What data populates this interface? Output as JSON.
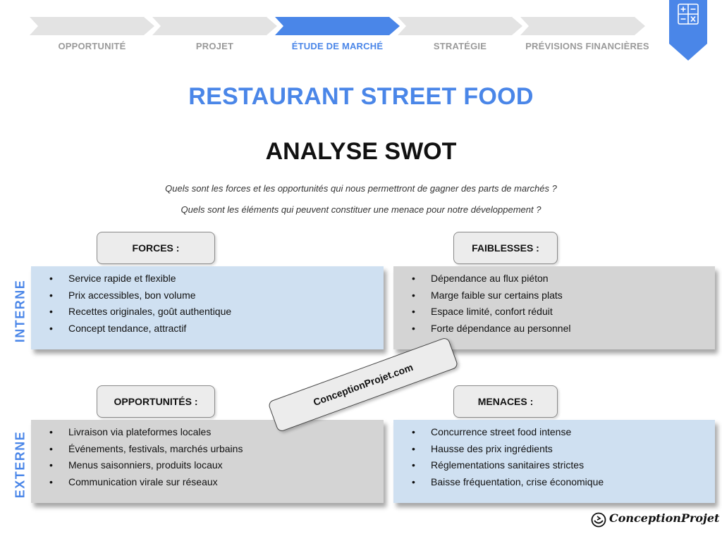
{
  "steps": [
    {
      "label": "OPPORTUNITÉ",
      "active": false
    },
    {
      "label": "PROJET",
      "active": false
    },
    {
      "label": "ÉTUDE DE MARCHÉ",
      "active": true
    },
    {
      "label": "STRATÉGIE",
      "active": false
    },
    {
      "label": "PRÉVISIONS FINANCIÈRES",
      "active": false
    }
  ],
  "colors": {
    "accent": "#4a86e8",
    "inactive_step": "#e3e3e3",
    "inactive_step_text": "#9a9a9a",
    "panel_blue": "#cfe0f1",
    "panel_grey": "#d4d4d4"
  },
  "bookmark_icon": "formula-icon",
  "title": "RESTAURANT STREET FOOD",
  "subtitle": "ANALYSE SWOT",
  "questions": [
    "Quels sont les forces et les opportunités qui nous permettront de gagner des parts de marchés ?",
    "Quels sont les éléments qui peuvent constituer une menace pour notre développement ?"
  ],
  "axis_labels": {
    "top": "INTERNE",
    "bottom": "EXTERNE"
  },
  "swot": {
    "forces": {
      "label": "FORCES :",
      "items": [
        "Service rapide et flexible",
        "Prix accessibles, bon volume",
        "Recettes originales, goût authentique",
        "Concept tendance, attractif"
      ]
    },
    "faiblesses": {
      "label": "FAIBLESSES :",
      "items": [
        "Dépendance au flux piéton",
        "Marge faible sur certains plats",
        "Espace limité, confort réduit",
        "Forte dépendance au personnel"
      ]
    },
    "opportunites": {
      "label": "OPPORTUNITÉS :",
      "items": [
        "Livraison via plateformes locales",
        "Événements, festivals, marchés urbains",
        "Menus saisonniers, produits locaux",
        "Communication virale sur réseaux"
      ]
    },
    "menaces": {
      "label": "MENACES :",
      "items": [
        "Concurrence street food intense",
        "Hausse des prix ingrédients",
        "Réglementations sanitaires strictes",
        "Baisse fréquentation, crise économique"
      ]
    }
  },
  "stamp": "ConceptionProjet.com",
  "logo": "ConceptionProjet"
}
